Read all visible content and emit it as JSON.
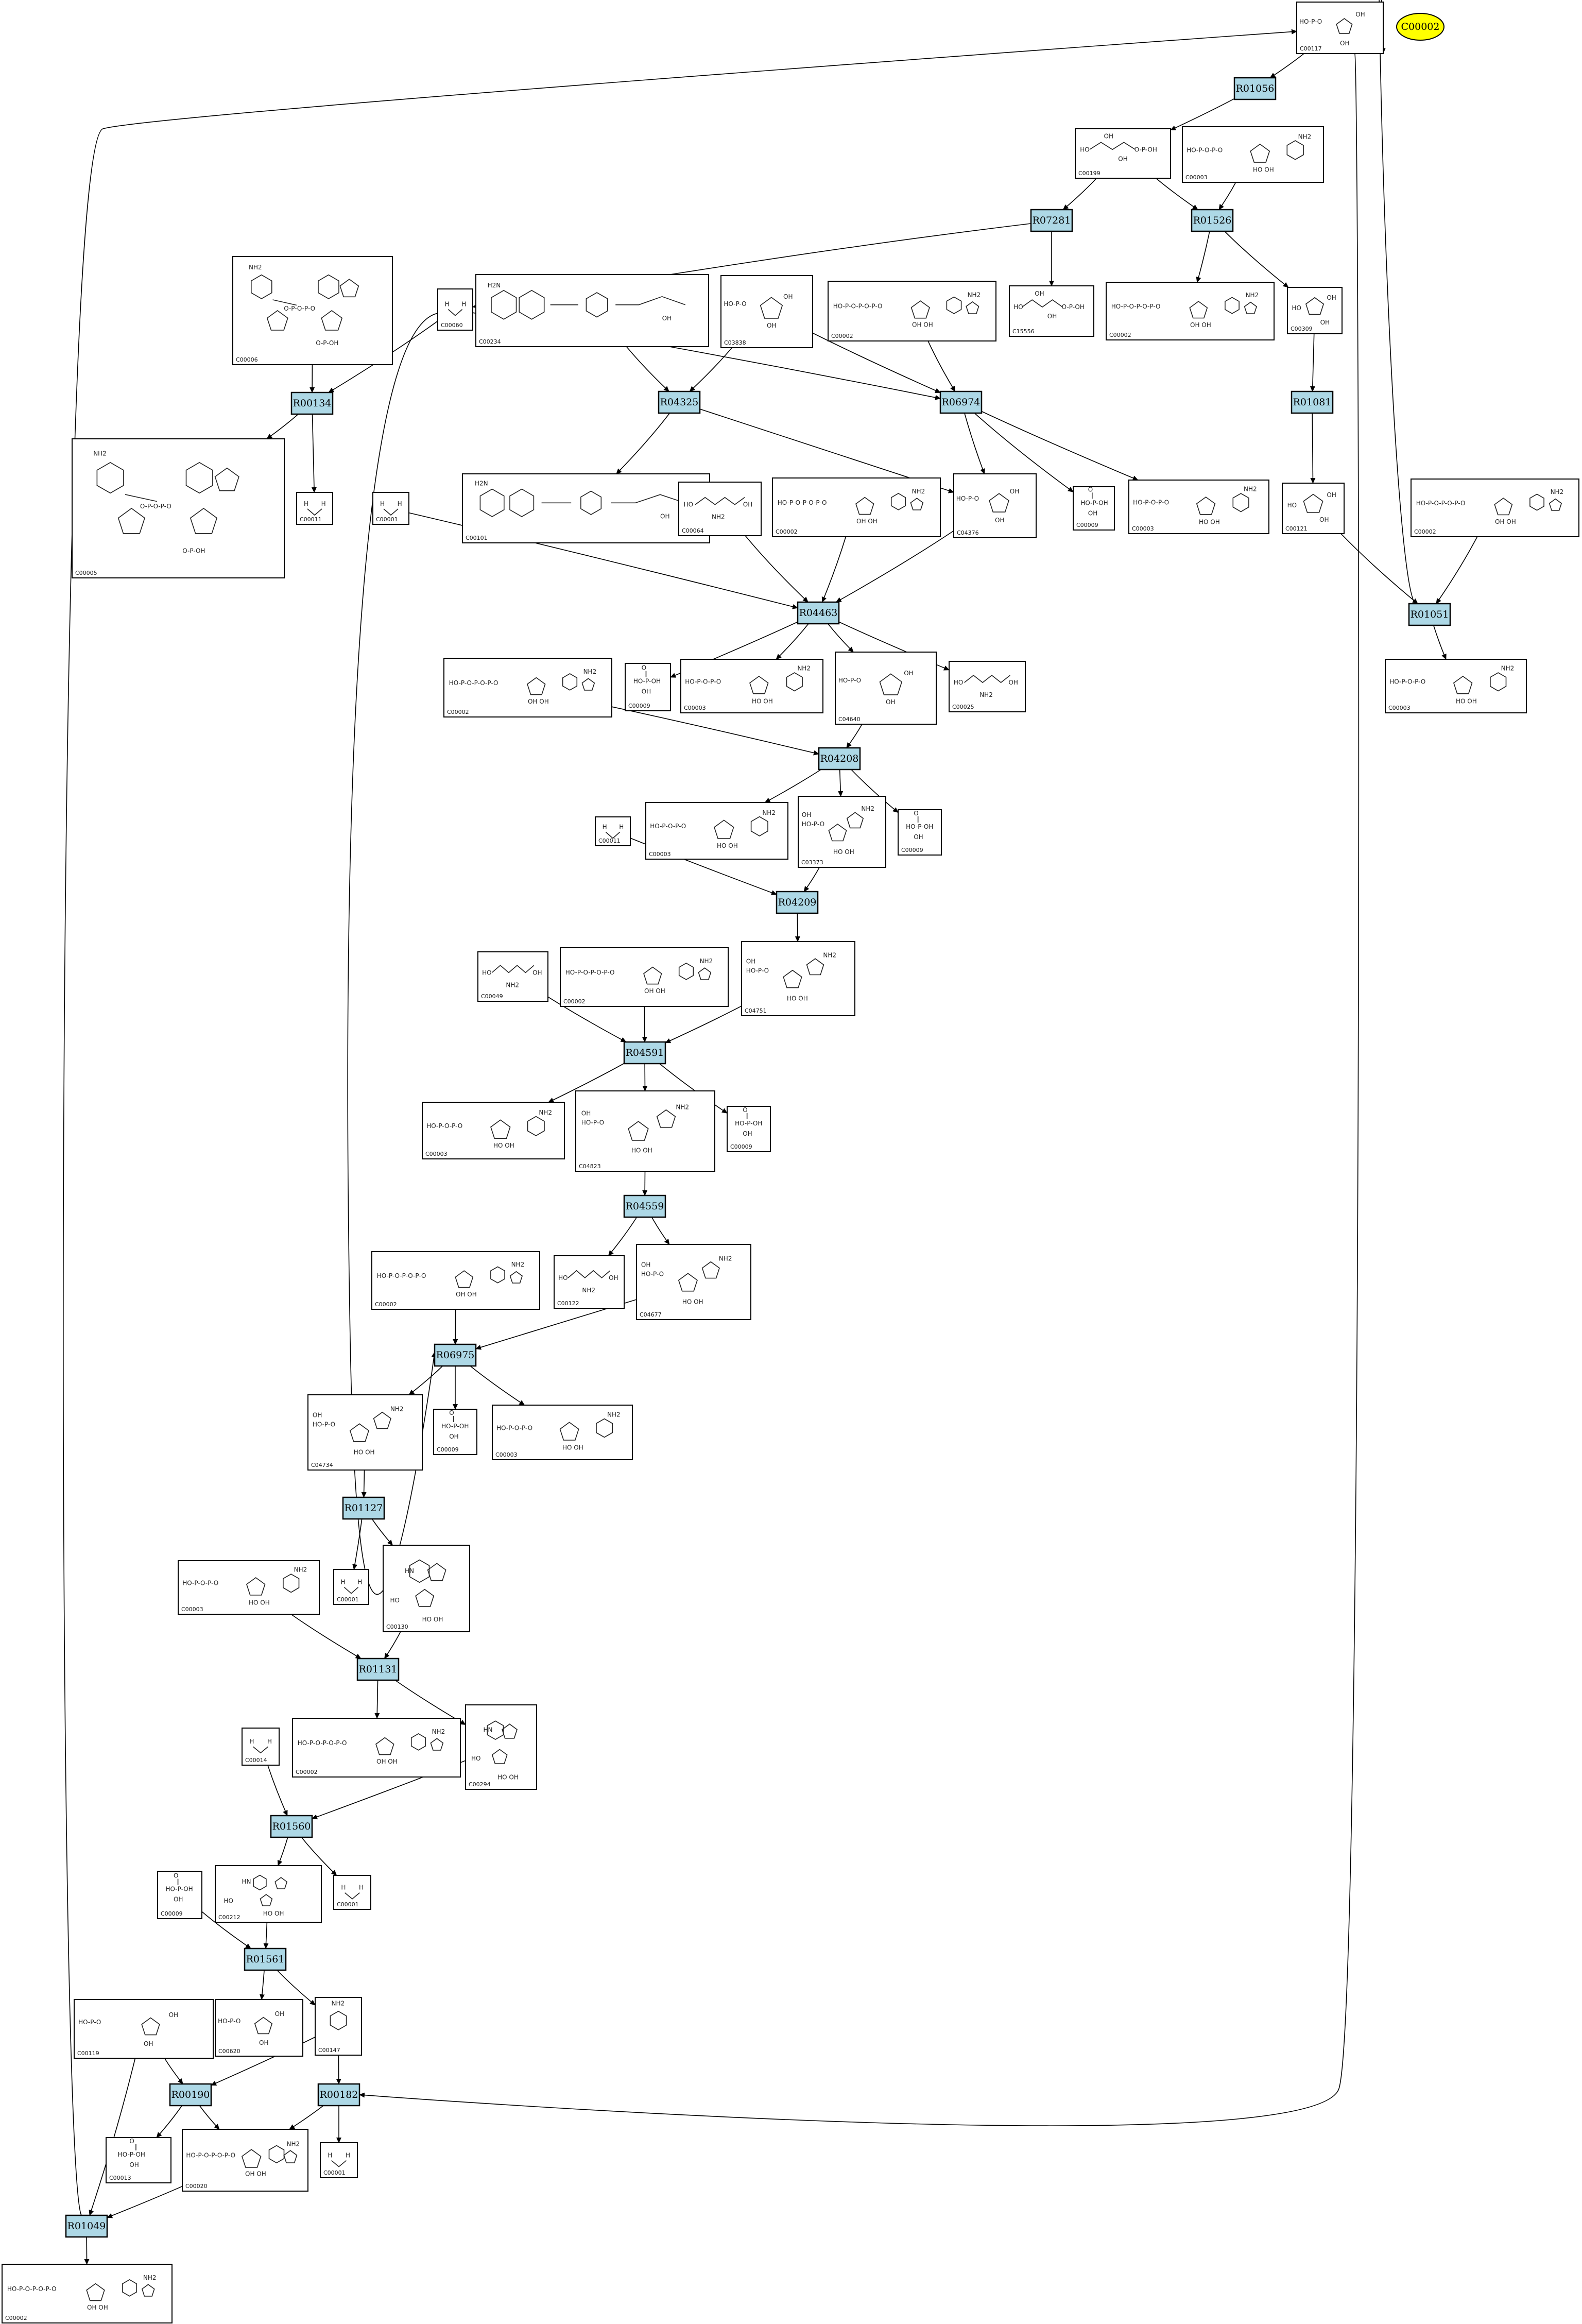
{
  "highlight": {
    "label": "C00002"
  },
  "reactions": [
    {
      "id": "r1",
      "label": "R01056"
    },
    {
      "id": "r2",
      "label": "R07281"
    },
    {
      "id": "r3",
      "label": "R01526"
    },
    {
      "id": "r4",
      "label": "R00134"
    },
    {
      "id": "r5",
      "label": "R04325"
    },
    {
      "id": "r6",
      "label": "R06974"
    },
    {
      "id": "r7",
      "label": "R01081"
    },
    {
      "id": "r8",
      "label": "R04463"
    },
    {
      "id": "r9",
      "label": "R01051"
    },
    {
      "id": "r10",
      "label": "R04208"
    },
    {
      "id": "r11",
      "label": "R04209"
    },
    {
      "id": "r12",
      "label": "R04591"
    },
    {
      "id": "r13",
      "label": "R04559"
    },
    {
      "id": "r14",
      "label": "R06975"
    },
    {
      "id": "r15",
      "label": "R01127"
    },
    {
      "id": "r16",
      "label": "R01131"
    },
    {
      "id": "r17",
      "label": "R01560"
    },
    {
      "id": "r18",
      "label": "R01561"
    },
    {
      "id": "r19",
      "label": "R00190"
    },
    {
      "id": "r20",
      "label": "R00182"
    },
    {
      "id": "r21",
      "label": "R01049"
    }
  ],
  "compounds": [
    {
      "id": "c1",
      "label": "C00117",
      "mol": "sugar-phosphate"
    },
    {
      "id": "c2",
      "label": "C00199",
      "mol": "chain-phosphate"
    },
    {
      "id": "c3",
      "label": "C00003",
      "mol": "nucleotide"
    },
    {
      "id": "c4",
      "label": "C00006",
      "mol": "dinucleotide"
    },
    {
      "id": "c5",
      "label": "C00060",
      "mol": "small"
    },
    {
      "id": "c6",
      "label": "C00234",
      "mol": "pterin"
    },
    {
      "id": "c7",
      "label": "C03838",
      "mol": "sugar-phosphate"
    },
    {
      "id": "c8",
      "label": "C00002",
      "mol": "triphosphate"
    },
    {
      "id": "c9",
      "label": "C15556",
      "mol": "chain-phosphate"
    },
    {
      "id": "c10",
      "label": "C00002",
      "mol": "triphosphate"
    },
    {
      "id": "c11",
      "label": "C00309",
      "mol": "sugar"
    },
    {
      "id": "c12",
      "label": "C00005",
      "mol": "dinucleotide"
    },
    {
      "id": "c13",
      "label": "C00011",
      "mol": "small"
    },
    {
      "id": "c14",
      "label": "C00001",
      "mol": "small"
    },
    {
      "id": "c15",
      "label": "C00101",
      "mol": "pterin"
    },
    {
      "id": "c16",
      "label": "C00064",
      "mol": "chain"
    },
    {
      "id": "c17",
      "label": "C00002",
      "mol": "triphosphate"
    },
    {
      "id": "c18",
      "label": "C04376",
      "mol": "sugar-phosphate"
    },
    {
      "id": "c19",
      "label": "C00009",
      "mol": "phosphate"
    },
    {
      "id": "c20",
      "label": "C00003",
      "mol": "nucleotide"
    },
    {
      "id": "c21",
      "label": "C00121",
      "mol": "sugar"
    },
    {
      "id": "c22",
      "label": "C00002",
      "mol": "triphosphate"
    },
    {
      "id": "c23",
      "label": "C00002",
      "mol": "triphosphate"
    },
    {
      "id": "c24",
      "label": "C00009",
      "mol": "phosphate"
    },
    {
      "id": "c25",
      "label": "C00003",
      "mol": "nucleotide"
    },
    {
      "id": "c26",
      "label": "C04640",
      "mol": "sugar-phosphate"
    },
    {
      "id": "c27",
      "label": "C00025",
      "mol": "chain"
    },
    {
      "id": "c28",
      "label": "C00003",
      "mol": "nucleotide"
    },
    {
      "id": "c29",
      "label": "C00011",
      "mol": "small"
    },
    {
      "id": "c30",
      "label": "C00003",
      "mol": "nucleotide"
    },
    {
      "id": "c31",
      "label": "C03373",
      "mol": "imidazole-ribotide"
    },
    {
      "id": "c32",
      "label": "C00009",
      "mol": "phosphate"
    },
    {
      "id": "c33",
      "label": "C00049",
      "mol": "chain"
    },
    {
      "id": "c34",
      "label": "C00002",
      "mol": "triphosphate"
    },
    {
      "id": "c35",
      "label": "C04751",
      "mol": "imidazole-ribotide"
    },
    {
      "id": "c36",
      "label": "C00003",
      "mol": "nucleotide"
    },
    {
      "id": "c37",
      "label": "C04823",
      "mol": "imidazole-ribotide"
    },
    {
      "id": "c38",
      "label": "C00009",
      "mol": "phosphate"
    },
    {
      "id": "c39",
      "label": "C00122",
      "mol": "chain"
    },
    {
      "id": "c40",
      "label": "C04677",
      "mol": "imidazole-ribotide"
    },
    {
      "id": "c41",
      "label": "C00002",
      "mol": "triphosphate"
    },
    {
      "id": "c42",
      "label": "C04734",
      "mol": "imidazole-ribotide"
    },
    {
      "id": "c43",
      "label": "C00009",
      "mol": "phosphate"
    },
    {
      "id": "c44",
      "label": "C00003",
      "mol": "nucleotide"
    },
    {
      "id": "c45",
      "label": "C00001",
      "mol": "small"
    },
    {
      "id": "c46",
      "label": "C00130",
      "mol": "purine-ribotide"
    },
    {
      "id": "c47",
      "label": "C00003",
      "mol": "nucleotide"
    },
    {
      "id": "c48",
      "label": "C00002",
      "mol": "triphosphate"
    },
    {
      "id": "c49",
      "label": "C00294",
      "mol": "purine-ribotide"
    },
    {
      "id": "c50",
      "label": "C00014",
      "mol": "small"
    },
    {
      "id": "c51",
      "label": "C00212",
      "mol": "purine-ribotide"
    },
    {
      "id": "c52",
      "label": "C00001",
      "mol": "small"
    },
    {
      "id": "c53",
      "label": "C00009",
      "mol": "phosphate"
    },
    {
      "id": "c54",
      "label": "C00119",
      "mol": "sugar-phosphate"
    },
    {
      "id": "c55",
      "label": "C00620",
      "mol": "sugar-phosphate"
    },
    {
      "id": "c56",
      "label": "C00147",
      "mol": "purine"
    },
    {
      "id": "c57",
      "label": "C00013",
      "mol": "phosphate"
    },
    {
      "id": "c58",
      "label": "C00020",
      "mol": "triphosphate"
    },
    {
      "id": "c59",
      "label": "C00001",
      "mol": "small"
    },
    {
      "id": "c60",
      "label": "C00002",
      "mol": "triphosphate"
    }
  ],
  "edges": [
    [
      "c1",
      "r1"
    ],
    [
      "r1",
      "c2"
    ],
    [
      "c2",
      "r2"
    ],
    [
      "c2",
      "r3"
    ],
    [
      "c3",
      "r3"
    ],
    [
      "r2",
      "c5"
    ],
    [
      "r2",
      "c9"
    ],
    [
      "r3",
      "c10"
    ],
    [
      "r3",
      "c11"
    ],
    [
      "c4",
      "r4"
    ],
    [
      "c5",
      "r4"
    ],
    [
      "r4",
      "c12"
    ],
    [
      "r4",
      "c13"
    ],
    [
      "c6",
      "r5"
    ],
    [
      "c7",
      "r5"
    ],
    [
      "c5",
      "r6"
    ],
    [
      "c7",
      "r6"
    ],
    [
      "c8",
      "r6"
    ],
    [
      "r5",
      "c15"
    ],
    [
      "r5",
      "c18"
    ],
    [
      "r6",
      "c18"
    ],
    [
      "r6",
      "c19"
    ],
    [
      "r6",
      "c20"
    ],
    [
      "c11",
      "r7"
    ],
    [
      "r7",
      "c21"
    ],
    [
      "c14",
      "r8"
    ],
    [
      "c16",
      "r8"
    ],
    [
      "c17",
      "r8"
    ],
    [
      "c18",
      "r8"
    ],
    [
      "r8",
      "c24"
    ],
    [
      "r8",
      "c25"
    ],
    [
      "r8",
      "c26"
    ],
    [
      "r8",
      "c27"
    ],
    [
      "c21",
      "r9"
    ],
    [
      "c22",
      "r9"
    ],
    [
      "r9",
      "c28"
    ],
    [
      "r9",
      "c1"
    ],
    [
      "c23",
      "r10"
    ],
    [
      "c26",
      "r10"
    ],
    [
      "r10",
      "c30"
    ],
    [
      "r10",
      "c31"
    ],
    [
      "r10",
      "c32"
    ],
    [
      "c29",
      "r11"
    ],
    [
      "c31",
      "r11"
    ],
    [
      "r11",
      "c35"
    ],
    [
      "c33",
      "r12"
    ],
    [
      "c34",
      "r12"
    ],
    [
      "c35",
      "r12"
    ],
    [
      "r12",
      "c36"
    ],
    [
      "r12",
      "c37"
    ],
    [
      "r12",
      "c38"
    ],
    [
      "c37",
      "r13"
    ],
    [
      "r13",
      "c39"
    ],
    [
      "r13",
      "c40"
    ],
    [
      "c41",
      "r14"
    ],
    [
      "c40",
      "r14"
    ],
    [
      "c5",
      "r14"
    ],
    [
      "r14",
      "c42"
    ],
    [
      "r14",
      "c43"
    ],
    [
      "r14",
      "c44"
    ],
    [
      "c42",
      "r15"
    ],
    [
      "r15",
      "c45"
    ],
    [
      "r15",
      "c46"
    ],
    [
      "c47",
      "r16"
    ],
    [
      "c46",
      "r16"
    ],
    [
      "r16",
      "c48"
    ],
    [
      "r16",
      "c49"
    ],
    [
      "c50",
      "r17"
    ],
    [
      "c49",
      "r17"
    ],
    [
      "r17",
      "c51"
    ],
    [
      "r17",
      "c52"
    ],
    [
      "c53",
      "r18"
    ],
    [
      "c51",
      "r18"
    ],
    [
      "r18",
      "c55"
    ],
    [
      "r18",
      "c56"
    ],
    [
      "c54",
      "r19"
    ],
    [
      "c56",
      "r19"
    ],
    [
      "r19",
      "c57"
    ],
    [
      "r19",
      "c58"
    ],
    [
      "c56",
      "r20"
    ],
    [
      "c1",
      "r20"
    ],
    [
      "r20",
      "c58"
    ],
    [
      "r20",
      "c59"
    ],
    [
      "c54",
      "r21"
    ],
    [
      "c58",
      "r21"
    ],
    [
      "r21",
      "c60"
    ],
    [
      "r21",
      "c1"
    ]
  ]
}
